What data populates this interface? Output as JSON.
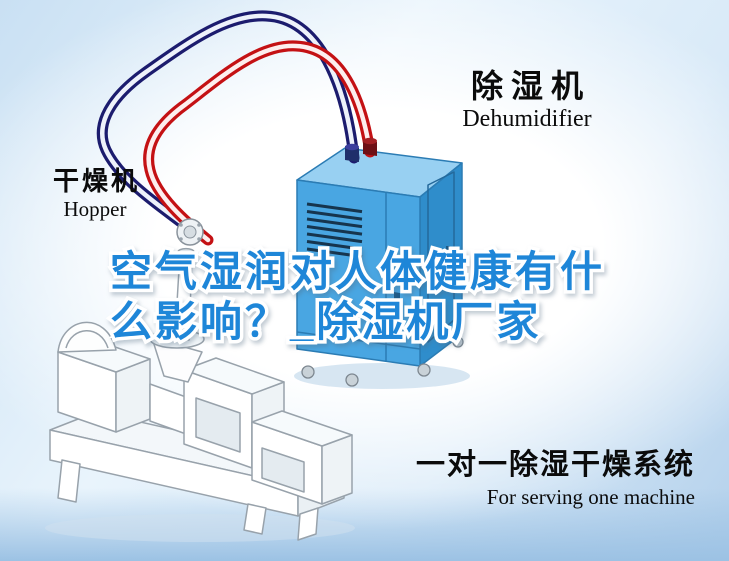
{
  "headline": {
    "line1": "空气湿润对人体健康有什",
    "line2": "么影响？_除湿机厂家",
    "color": "#1e86d8"
  },
  "labels": {
    "dehumidifier": {
      "cn": "除湿机",
      "en": "Dehumidifier"
    },
    "dryer": {
      "cn": "干燥机",
      "en": "Hopper"
    },
    "system": {
      "cn": "一对一除湿干燥系统",
      "en": "For serving one machine"
    }
  },
  "illustration": {
    "icons": [
      "dehumidifier-cabinet-illustration",
      "hopper-dryer-machine-illustration",
      "navy-hose",
      "red-hose",
      "hose-coupling"
    ],
    "colors": {
      "cabinet_front": "#49a6e2",
      "cabinet_top": "#98d0f2",
      "cabinet_side": "#2f8dcb",
      "hose_red": "#c41114",
      "hose_navy": "#1c1c6e",
      "line_art_stroke": "#98a2ab"
    }
  }
}
